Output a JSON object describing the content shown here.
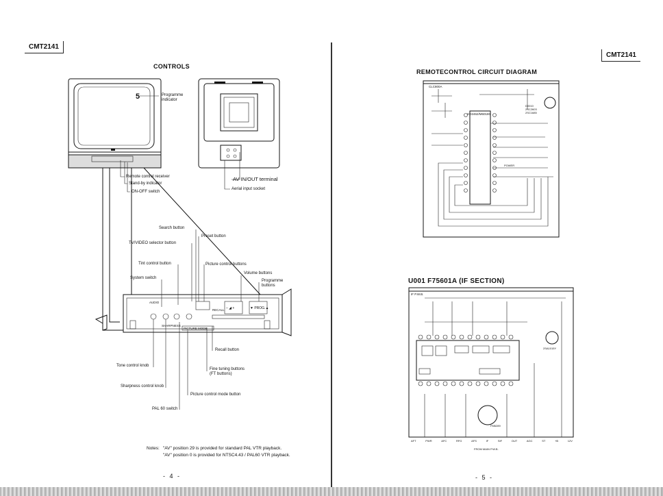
{
  "left_page": {
    "model": "CMT2141",
    "title": "CONTROLS",
    "page_number": "- 4 -",
    "tv_front": {
      "programme_number": "5",
      "programme_indicator": "Programme\nindicator",
      "remote_receiver": "Remote control receiver",
      "standby_indicator": "Stand-by indicator",
      "onoff_switch": "ON-OFF switch"
    },
    "tv_rear": {
      "av_terminal": "AV IN/OUT terminal",
      "aerial_socket": "Aerial input socket"
    },
    "panel_labels": {
      "search_button": "Search button",
      "tv_video_selector": "TV/VIDEO selector button",
      "preset_button": "Preset button",
      "tint_control": "Tint control button",
      "picture_control_buttons": "Picture control buttons",
      "volume_buttons": "Volume buttons",
      "system_switch": "System switch",
      "programme_buttons": "Programme\nbuttons",
      "recall_button": "Recall button",
      "fine_tuning": "Fine tuning buttons\n(FT buttons)",
      "tone_knob": "Tone control knob",
      "sharpness_knob": "Sharpness control knob",
      "picture_mode_button": "Picture control mode button",
      "pal60_switch": "PAL 60 switch"
    },
    "panel_face": {
      "audio": "AUDIO",
      "sharpness": "SHARPNESS",
      "picture_mode": "PICTURE MODE",
      "recall": "RECALL",
      "prog_a": "▼ PROG.▲",
      "volume": "– ◢ +"
    },
    "notes": {
      "prefix": "Notes:",
      "line1": "\"AV\" position 29 is provided for standard PAL VTR playback.",
      "line2": "\"AV\" position 0 is provided for NTSC4.43 / PAL60 VTR playback."
    }
  },
  "right_page": {
    "model": "CMT2141",
    "remote_title": "REMOTECONTROL CIRCUIT DIAGRAM",
    "if_title": "U001  F75601A  (IF SECTION)",
    "page_number": "- 5 -",
    "remote_labels": {
      "ic": "HD2462/M6018G",
      "crystal": "CLC800A",
      "diode": "D0010\n2SC2603\n2SC1685",
      "power": "POWER"
    },
    "if_labels": {
      "block_label": "IF P.W.B.",
      "saw": "2SA1015Y",
      "module": "FM6289",
      "bottom": "FROM MAIN P.W.B.",
      "pins": [
        "AFT",
        "PWR",
        "AFC",
        "RFG",
        "AFS",
        "IF",
        "SIF",
        "OUT",
        "AGC",
        "ST",
        "+B",
        "12V"
      ]
    }
  }
}
